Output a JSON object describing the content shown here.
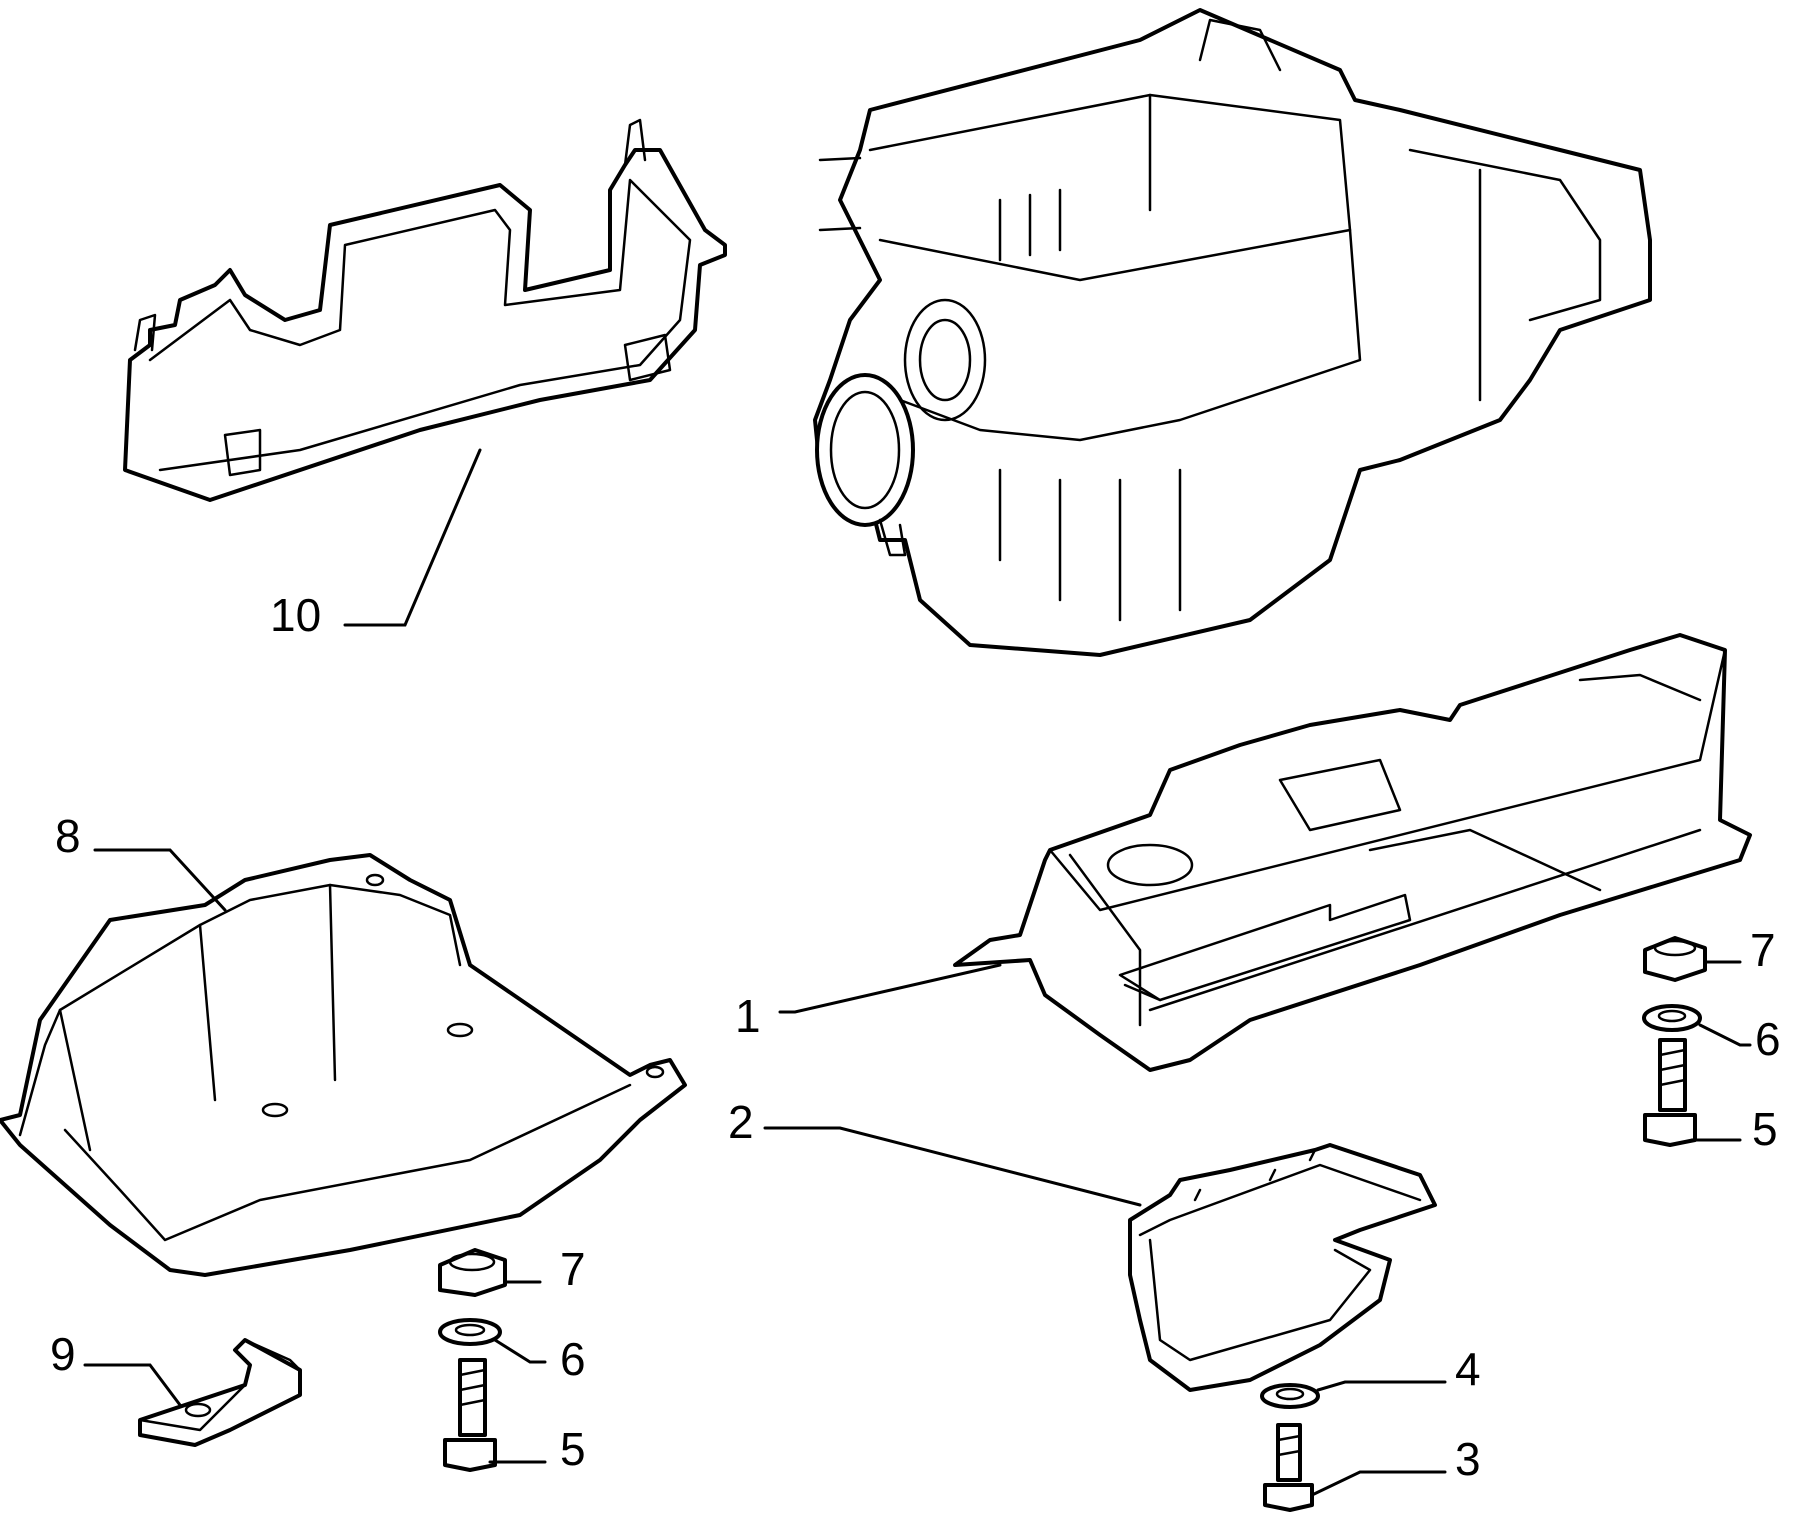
{
  "labels": {
    "part_1": "1",
    "part_2": "2",
    "part_3": "3",
    "part_4": "4",
    "part_5_left": "5",
    "part_6_left": "6",
    "part_7_left": "7",
    "part_5_right": "5",
    "part_6_right": "6",
    "part_7_right": "7",
    "part_8": "8",
    "part_9": "9",
    "part_10": "10"
  }
}
